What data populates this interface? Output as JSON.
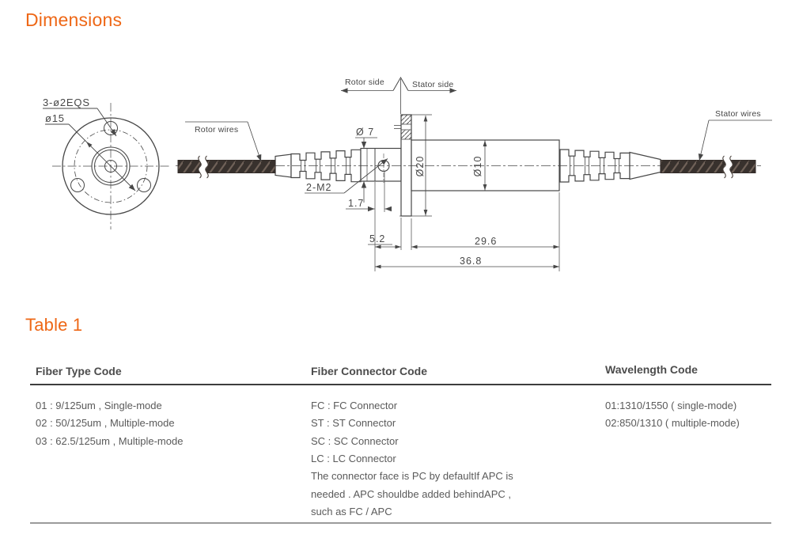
{
  "page": {
    "heading": "Dimensions",
    "table_heading": "Table 1"
  },
  "drawing": {
    "front_view": {
      "bolt_holes": "3-ø2EQS",
      "bolt_circle": "ø15"
    },
    "labels": {
      "rotor_side": "Rotor side",
      "stator_side": "Stator side",
      "rotor_wires": "Rotor wires",
      "stator_wires": "Stator wires"
    },
    "dims": {
      "exit_dia": "Ø 7",
      "screws": "2-M2",
      "flange_dia": "Ø20",
      "body_dia": "Ø10",
      "screw_offset": "1.7",
      "flange_offset": "5.2",
      "body_length": "29.6",
      "total_length": "36.8"
    }
  },
  "table": {
    "columns": [
      {
        "header": "Fiber Type Code",
        "rows": [
          "01 : 9/125um , Single-mode",
          "02 : 50/125um , Multiple-mode",
          "03 : 62.5/125um , Multiple-mode"
        ]
      },
      {
        "header": "Fiber Connector Code",
        "rows": [
          "FC : FC Connector",
          "ST : ST Connector",
          "SC : SC Connector",
          "LC : LC Connector"
        ],
        "note_lines": [
          "The connector face is PC by defaultIf APC is",
          "needed . APC shouldbe added behindAPC ,",
          "such as FC / APC"
        ]
      },
      {
        "header": "Wavelength Code",
        "rows": [
          "01:1310/1550 ( single-mode)",
          "02:850/1310 ( multiple-mode)"
        ]
      }
    ]
  },
  "colors": {
    "accent": "#ee6716",
    "body_text": "#5a5a5a",
    "header_text": "#4c4c4c",
    "line": "#474747"
  }
}
